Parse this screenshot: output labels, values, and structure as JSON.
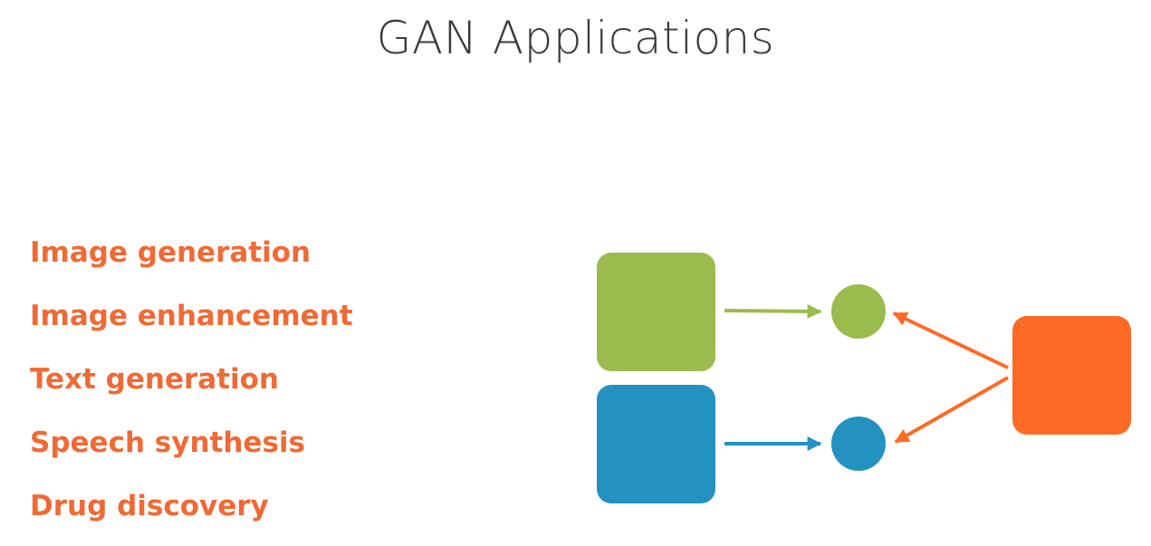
{
  "slide": {
    "title": "GAN Applications",
    "applications": [
      "Image generation",
      "Image enhancement",
      "Text generation",
      "Speech synthesis",
      "Drug discovery"
    ]
  },
  "colors": {
    "title_text": "#3a3a3a",
    "list_text": "#f06a35",
    "green": "#9bbb4e",
    "blue": "#2392c1",
    "orange": "#fd6a26"
  }
}
